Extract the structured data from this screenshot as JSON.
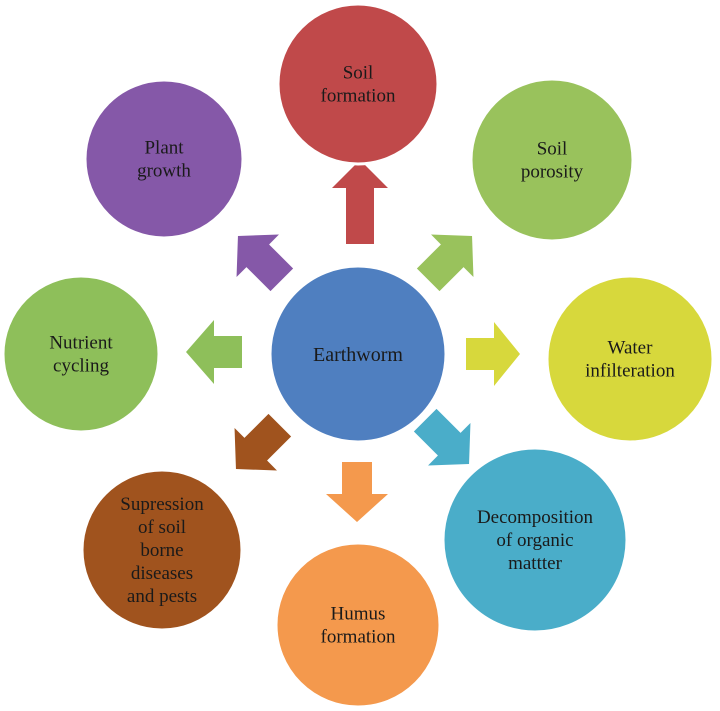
{
  "center": {
    "label": "Earthworm",
    "color": "#4f7fc0"
  },
  "nodes": [
    {
      "id": "soil-formation",
      "lines": [
        "Soil",
        "formation"
      ],
      "color": "#c0494a"
    },
    {
      "id": "soil-porosity",
      "lines": [
        "Soil",
        "porosity"
      ],
      "color": "#99c25c"
    },
    {
      "id": "water-infilteration",
      "lines": [
        "Water",
        "infilteration"
      ],
      "color": "#d7d83c"
    },
    {
      "id": "decomposition-of-organic-mattter",
      "lines": [
        "Decomposition",
        "of organic",
        "mattter"
      ],
      "color": "#4aadc9"
    },
    {
      "id": "humus-formation",
      "lines": [
        "Humus",
        "formation"
      ],
      "color": "#f4994d"
    },
    {
      "id": "supression-of-soil-borne-diseases-and-pests",
      "lines": [
        "Supression",
        "of soil",
        "borne",
        "diseases",
        "and pests"
      ],
      "color": "#a0531e"
    },
    {
      "id": "nutrient-cycling",
      "lines": [
        "Nutrient",
        "cycling"
      ],
      "color": "#8ebf5a"
    },
    {
      "id": "plant-growth",
      "lines": [
        "Plant",
        "growth"
      ],
      "color": "#8558a8"
    }
  ]
}
